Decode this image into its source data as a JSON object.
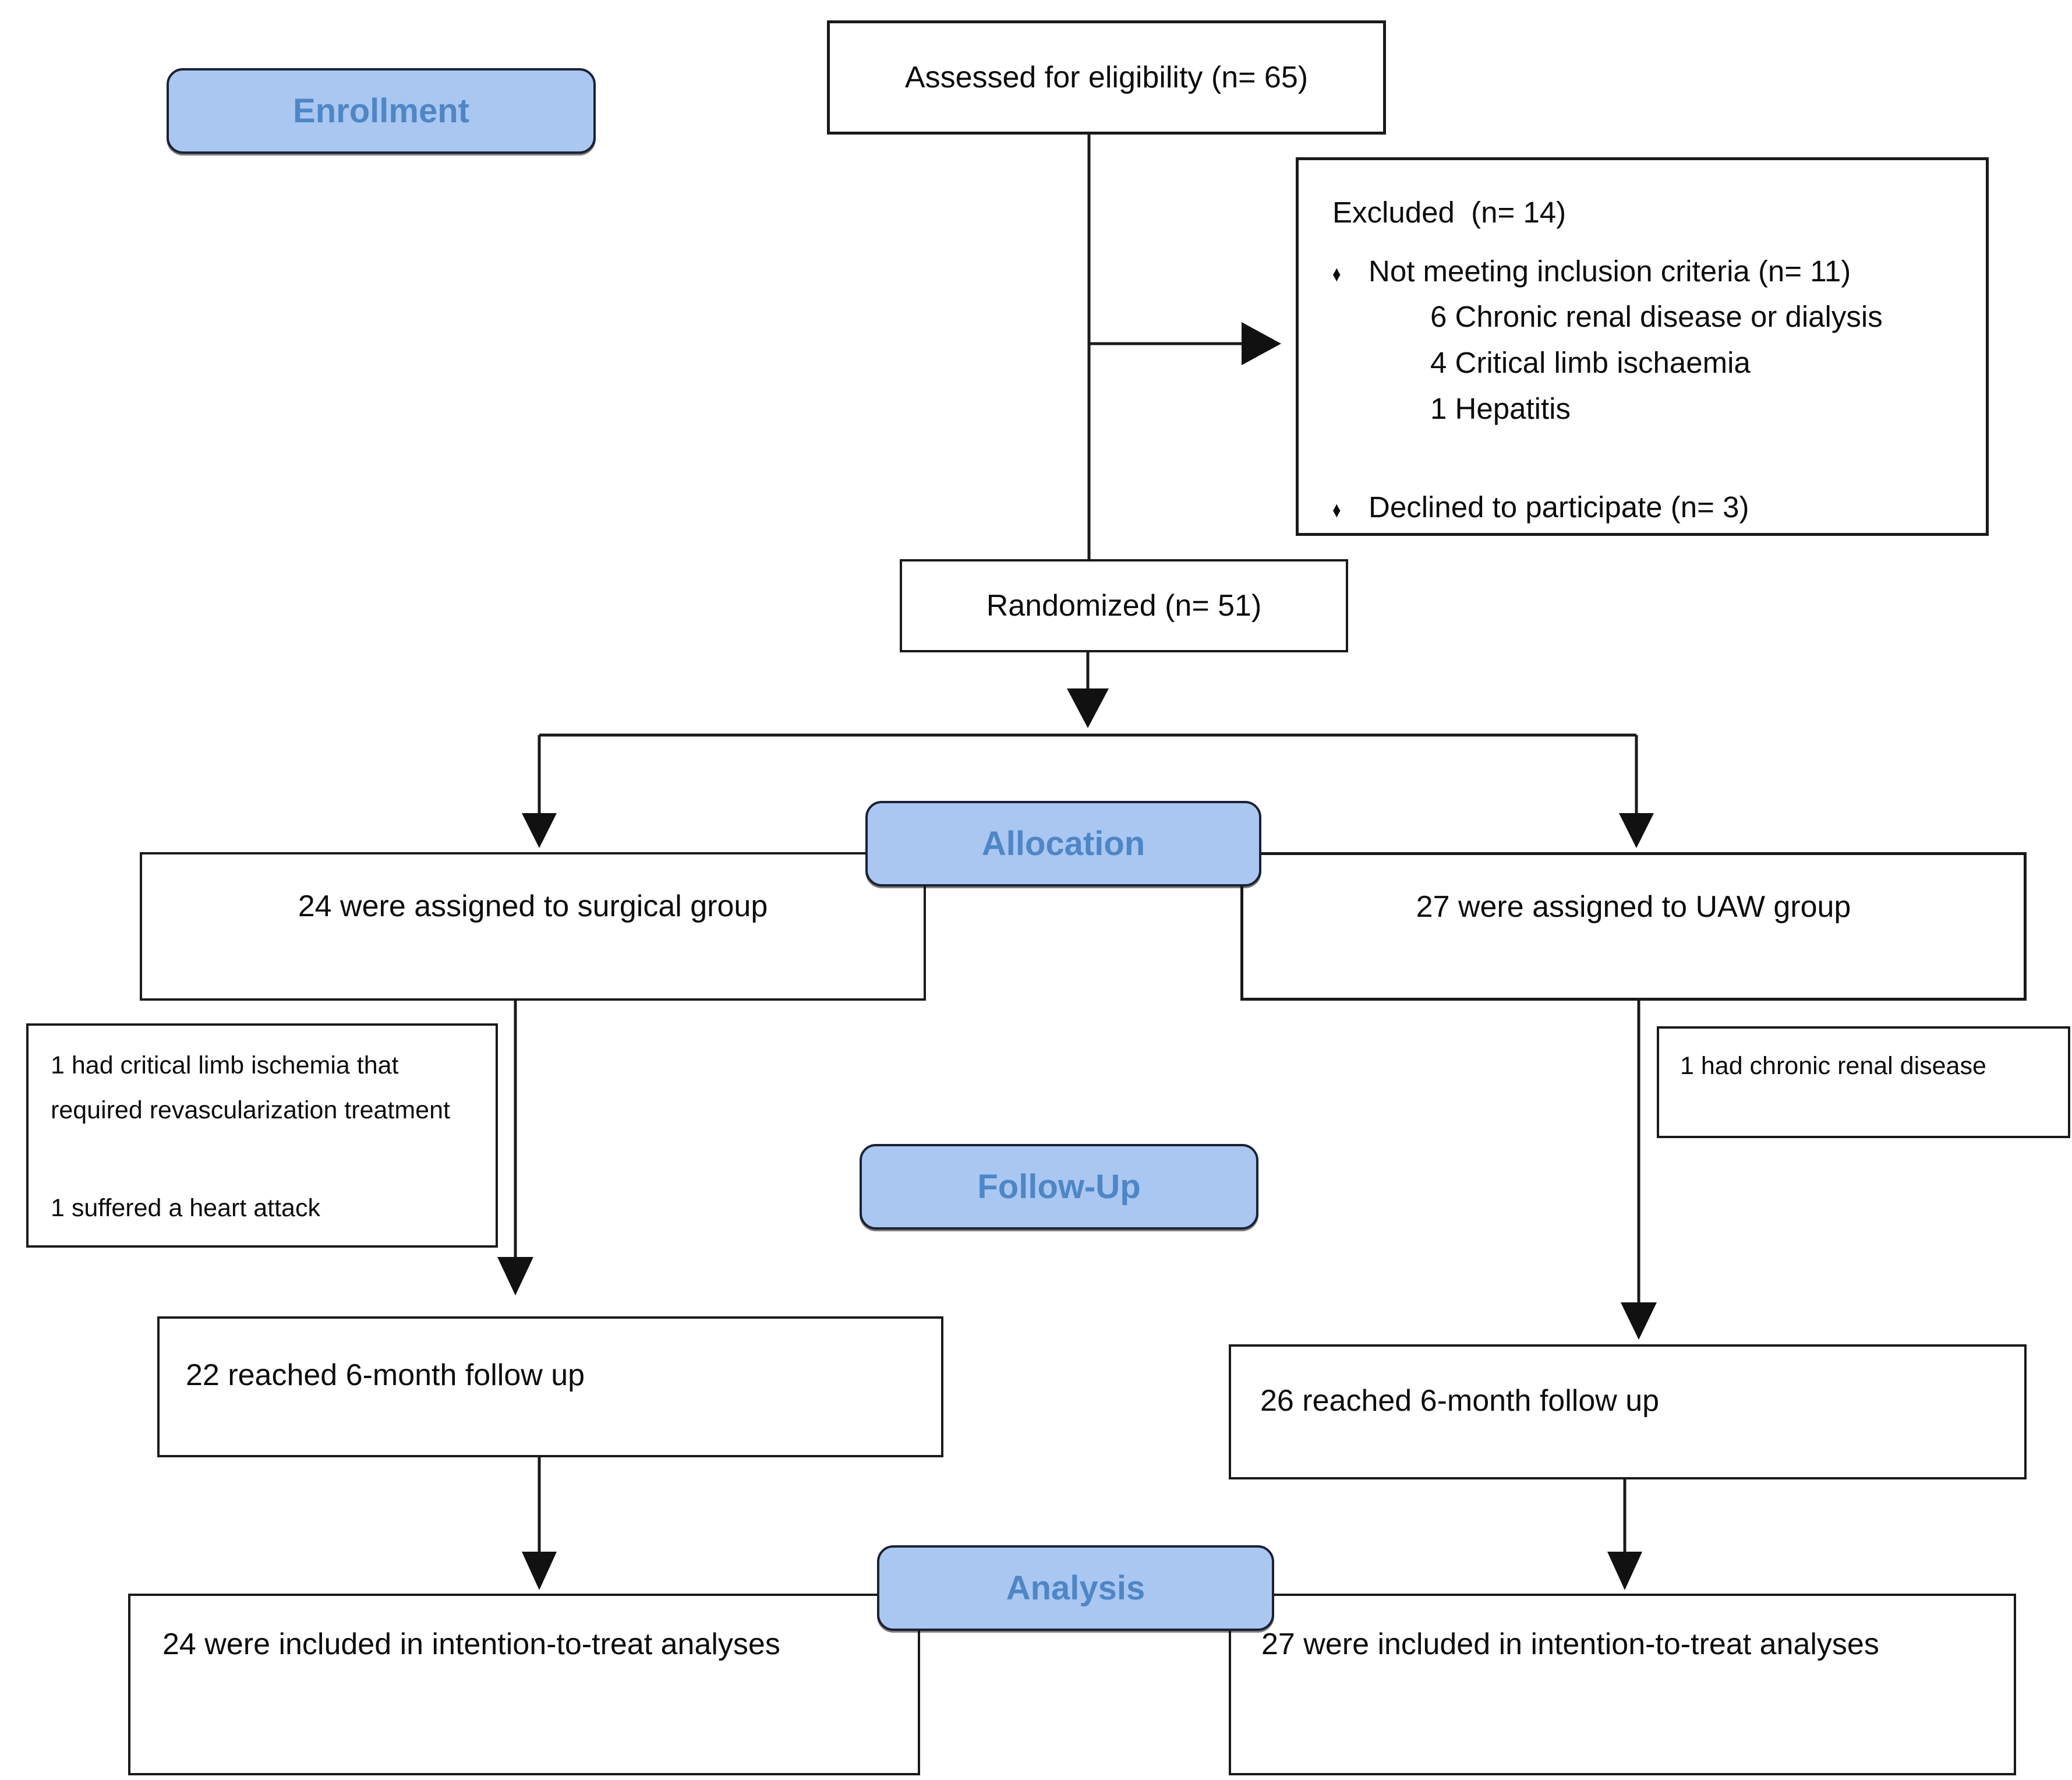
{
  "diagram": {
    "stages": {
      "enrollment": "Enrollment",
      "allocation": "Allocation",
      "followup": "Follow-Up",
      "analysis": "Analysis"
    },
    "boxes": {
      "assessed": "Assessed for eligibility (n= 65)",
      "randomized": "Randomized (n= 51)",
      "alloc_surgical": "24 were assigned to surgical group",
      "alloc_uaw": "27 were assigned to UAW group",
      "followup_surgical": "22 reached 6-month follow up",
      "followup_uaw": "26 reached 6-month follow up",
      "analysis_surgical": "24 were included in intention-to-treat analyses",
      "analysis_uaw": "27 were included in intention-to-treat analyses"
    },
    "excluded": {
      "title": "Excluded  (n= 14)",
      "bullet_icon": "♦",
      "item1": "Not meeting inclusion criteria (n= 11)",
      "sub_items": [
        "6 Chronic renal disease or dialysis",
        "4 Critical limb ischaemia",
        "1 Hepatitis"
      ],
      "item2": "Declined to participate (n= 3)"
    },
    "notes": {
      "surgical_line1": "1 had critical limb ischemia that required revascularization treatment",
      "surgical_line2": "1 suffered a heart attack",
      "uaw": "1 had chronic renal disease"
    },
    "colors": {
      "background": "#ffffff",
      "box_border": "#1a1a1a",
      "badge_fill": "#a9c7f1",
      "badge_border": "#1b2233",
      "badge_text": "#4e86c6",
      "connector": "#1a1a1a",
      "text": "#0c0c0c"
    }
  }
}
